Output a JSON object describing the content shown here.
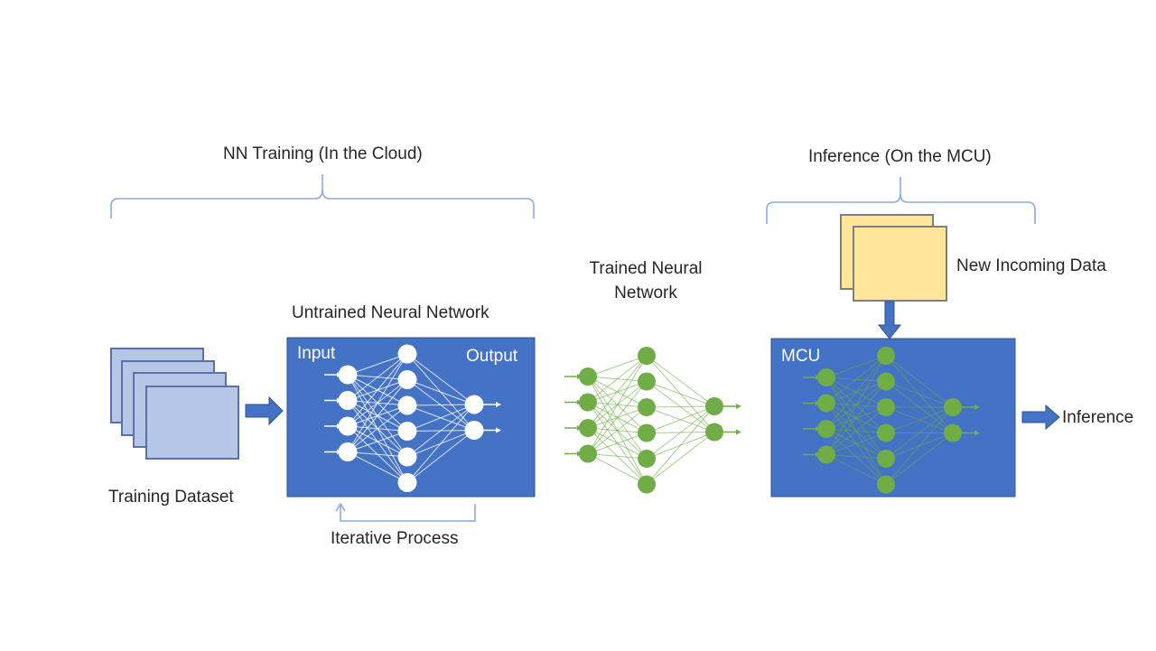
{
  "diagram": {
    "title_training": "NN Training (In the Cloud)",
    "title_inference": "Inference (On the MCU)",
    "training_dataset_label": "Training Dataset",
    "untrained_nn_label": "Untrained Neural Network",
    "input_label": "Input",
    "output_label": "Output",
    "iterative_process_label": "Iterative Process",
    "trained_nn_label_line1": "Trained Neural",
    "trained_nn_label_line2": "Network",
    "new_data_label": "New Incoming Data",
    "mcu_label": "MCU",
    "inference_label": "Inference",
    "network_layers": [
      4,
      6,
      2
    ],
    "colors": {
      "box_blue": "#4472c4",
      "dataset_fill": "#b4c7e7",
      "dataset_stroke": "#5b6fa8",
      "incoming_fill": "#ffe699",
      "incoming_stroke": "#7f7f7f",
      "neuron_green": "#70ad47",
      "neuron_white": "#ffffff",
      "bracket": "#8eaadb",
      "text": "#262626"
    }
  }
}
